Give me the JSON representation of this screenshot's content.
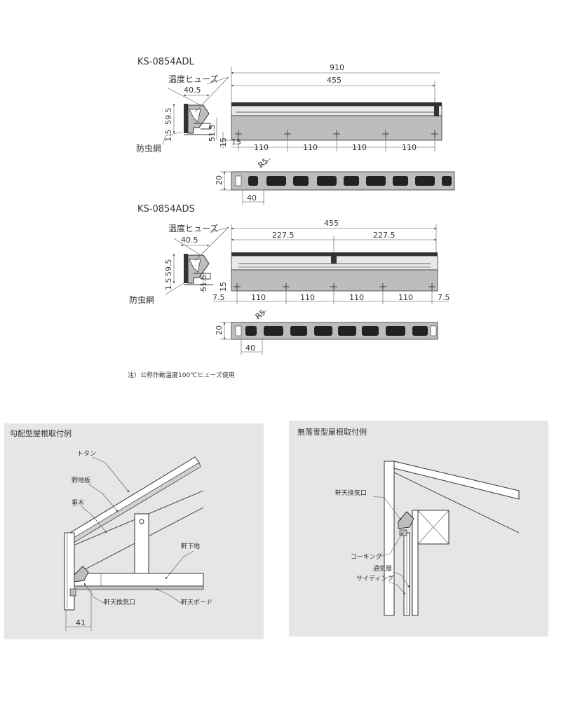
{
  "drawings": {
    "adl": {
      "model": "KS-0854ADL",
      "fuse_label": "温度ヒューズ",
      "mesh_label": "防虫網",
      "profile_w": "40.5",
      "profile_h": "59.5",
      "profile_lip": "1.5",
      "inner_h": "51.5",
      "margin": "15",
      "total_len": "910",
      "half_len": "455",
      "margin_top": "15",
      "pitches": [
        "110",
        "110",
        "110",
        "110"
      ],
      "bottom_h": "20",
      "radius": "R5",
      "hole_w": "40"
    },
    "ads": {
      "model": "KS-0854ADS",
      "fuse_label": "温度ヒューズ",
      "mesh_label": "防虫網",
      "profile_w": "40.5",
      "profile_h": "59.5",
      "profile_lip": "1.5",
      "inner_h": "51.5",
      "margin": "15",
      "total_len": "455",
      "halves": [
        "227.5",
        "227.5"
      ],
      "pitches": [
        "110",
        "110",
        "110",
        "110"
      ],
      "edge_left": "7.5",
      "edge_right": "7.5",
      "bottom_h": "20",
      "radius": "R5",
      "hole_w": "40"
    },
    "note": "注）公称作動温度100℃ヒューズ使用"
  },
  "examples": {
    "slope": {
      "title": "勾配型屋根取付例",
      "labels": {
        "totan": "トタン",
        "nojiita": "野地板",
        "taruki": "垂木",
        "noki_shitaji": "軒下地",
        "vent": "軒天換気口",
        "board": "軒天ボード",
        "dim41": "41"
      }
    },
    "flat": {
      "title": "無落雪型屋根取付例",
      "labels": {
        "vent": "軒天換気口",
        "caulking": "コーキング",
        "air_layer": "通気層",
        "siding": "サイディング"
      }
    }
  },
  "colors": {
    "panel_bg": "#e6e6e6",
    "part_fill": "#bdbdbd",
    "part_dark": "#2a2a2a",
    "line": "#333333"
  }
}
